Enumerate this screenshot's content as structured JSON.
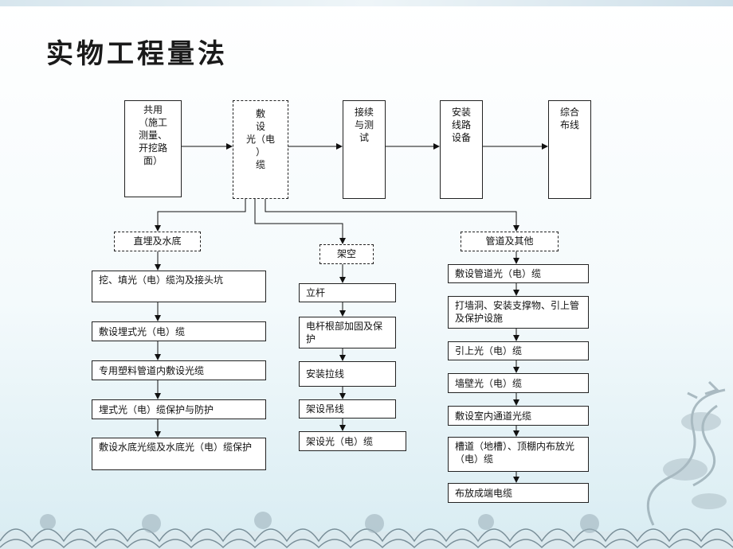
{
  "title": "实物工程量法",
  "top_row": {
    "common": "共用\n（施工\n测量、\n开挖路\n面）",
    "laying": "敷\n设\n光（电\n）\n缆",
    "splice": "接续\n与测\n试",
    "install": "安装\n线路\n设备",
    "cabling": "综合\n布线"
  },
  "branches": {
    "direct": {
      "label": "直埋及水底",
      "steps": [
        "挖、填光（电）缆沟及接头坑",
        "敷设埋式光（电）缆",
        "专用塑料管道内敷设光缆",
        "埋式光（电）缆保护与防护",
        "敷设水底光缆及水底光（电）缆保护"
      ]
    },
    "aerial": {
      "label": "架空",
      "steps": [
        "立杆",
        "电杆根部加固及保护",
        "安装拉线",
        "架设吊线",
        "架设光（电）缆"
      ]
    },
    "duct": {
      "label": "管道及其他",
      "steps": [
        "敷设管道光（电）缆",
        "打墙洞、安装支撑物、引上管及保护设施",
        "引上光（电）缆",
        "墙壁光（电）缆",
        "敷设室内通道光缆",
        "槽道（地槽）、顶棚内布放光（电）缆",
        "布放成端电缆"
      ]
    }
  }
}
